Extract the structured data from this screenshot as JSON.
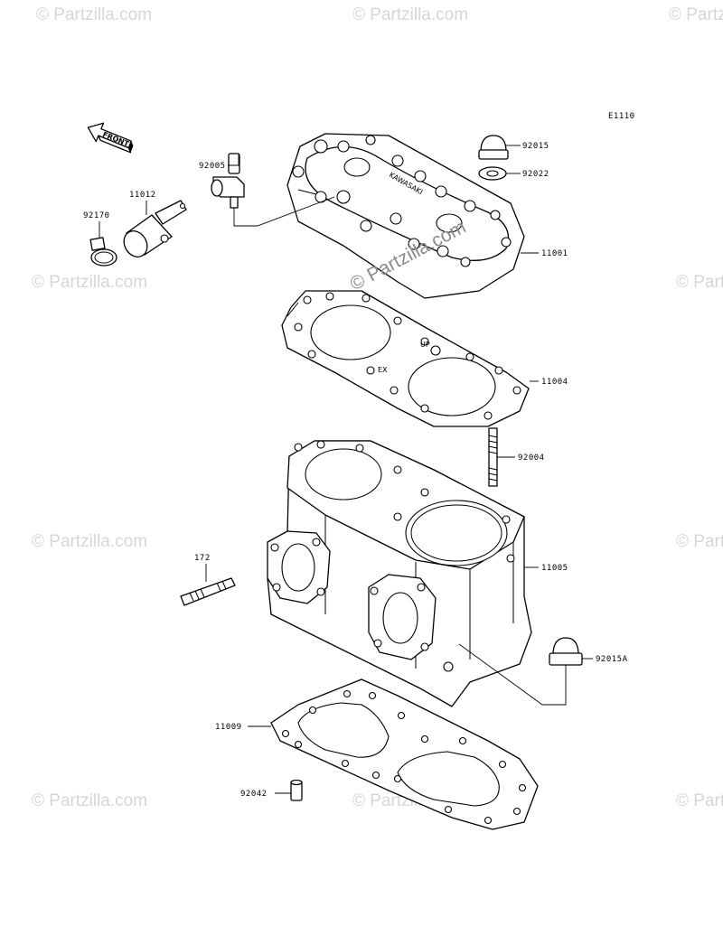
{
  "diagram_code": "E1110",
  "front_label": "FRONT",
  "head_print": "KAWASAKI",
  "gasket_marks": {
    "up": "UP",
    "ex": "EX"
  },
  "watermark": {
    "text": "© Partzilla.com",
    "center_text": "© Partzilla.com"
  },
  "parts": [
    {
      "number": "92015"
    },
    {
      "number": "92022"
    },
    {
      "number": "92005"
    },
    {
      "number": "11012"
    },
    {
      "number": "92170"
    },
    {
      "number": "11001"
    },
    {
      "number": "11004"
    },
    {
      "number": "92004"
    },
    {
      "number": "172"
    },
    {
      "number": "11005"
    },
    {
      "number": "92015A"
    },
    {
      "number": "11009"
    },
    {
      "number": "92042"
    }
  ],
  "colors": {
    "line": "#000000",
    "background": "#ffffff",
    "watermark": "#d6d6d6"
  }
}
